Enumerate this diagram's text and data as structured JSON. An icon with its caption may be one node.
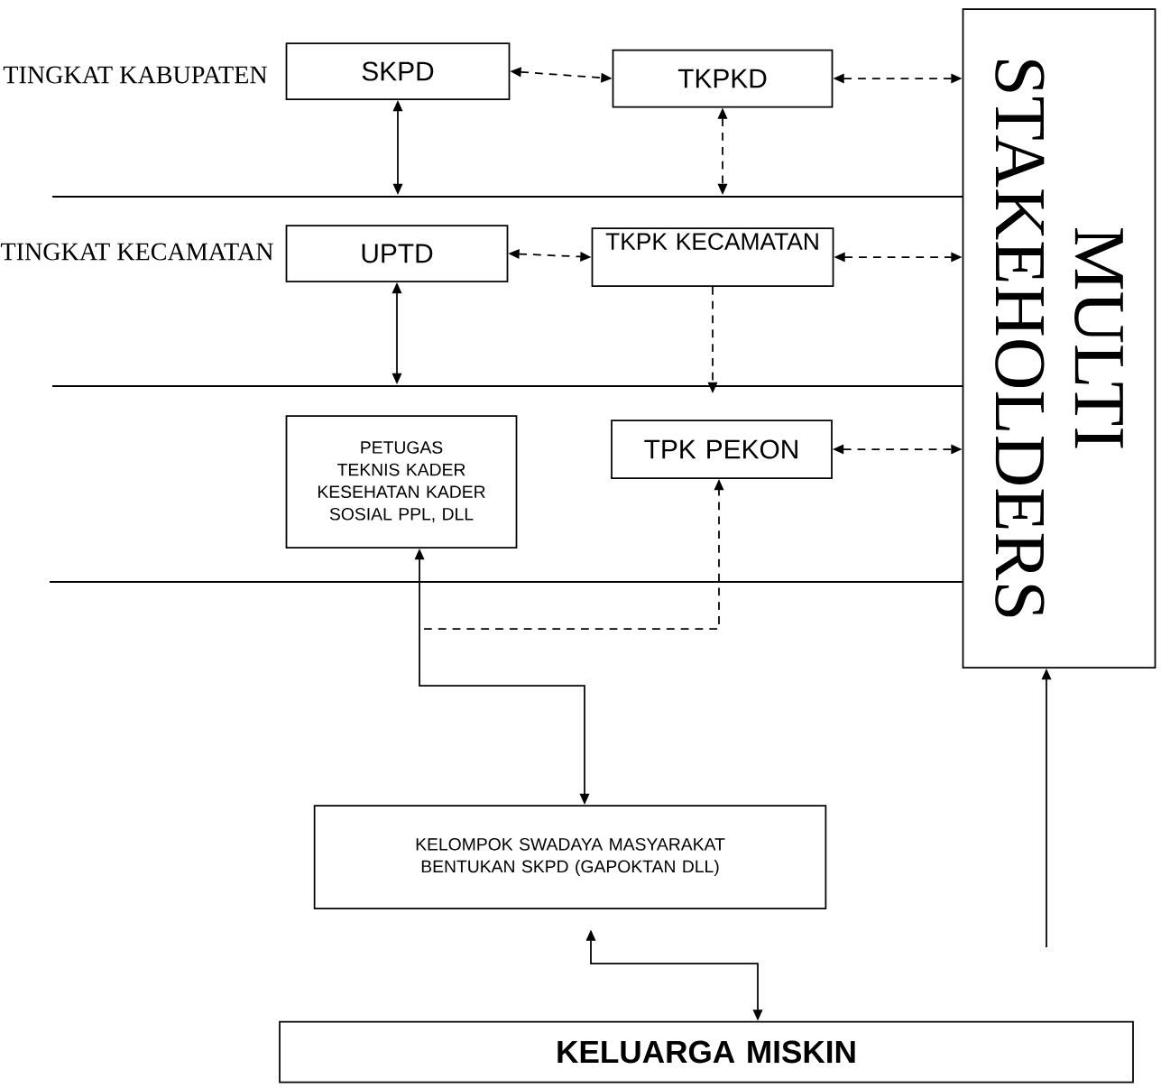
{
  "diagram": {
    "nodes": [
      {
        "text": [
          "SKPD"
        ]
      },
      {
        "text": [
          "TKPKD"
        ]
      },
      {
        "text": [
          "MULTI STAKEHOLDERS"
        ]
      },
      {
        "text": [
          "UPTD"
        ]
      },
      {
        "text": [
          "TKPK KECAMATAN"
        ]
      },
      {
        "text": [
          "PETUGAS TEKNIS KADER KESEHATAN KADER SOSIAL PPL, DLL"
        ]
      },
      {
        "text": [
          "TPK PEKON"
        ]
      },
      {
        "text": [
          "KELOMPOK SWADAYA MASYARAKAT BENTUKAN SKPD (GAPOKTAN DLL)"
        ]
      },
      {
        "text": [
          "KELUARGA MISKIN"
        ]
      }
    ],
    "edges": [
      {
        "from": 0,
        "to": 1,
        "arrow": "both",
        "style": "dashed"
      },
      {
        "from": 1,
        "to": 2,
        "arrow": "both",
        "style": "dashed"
      },
      {
        "from": 3,
        "to": 4,
        "arrow": "both",
        "style": "dashed"
      },
      {
        "from": 4,
        "to": 2,
        "arrow": "both",
        "style": "dashed"
      },
      {
        "from": 6,
        "to": 2,
        "arrow": "both",
        "style": "dashed"
      },
      {
        "from": 0,
        "to": null,
        "arrow": "both"
      },
      {
        "from": 1,
        "to": null,
        "arrow": "both",
        "style": "dashed"
      },
      {
        "from": 3,
        "to": null,
        "arrow": "both"
      },
      {
        "from": 4,
        "to": null,
        "arrow": "to",
        "style": "dashed"
      },
      {
        "from": 5,
        "to": 7,
        "arrow": "both"
      },
      {
        "from": null,
        "to": 6,
        "arrow": "to",
        "style": "dashed"
      },
      {
        "from": 7,
        "to": 8,
        "arrow": "both"
      },
      {
        "from": null,
        "to": 2,
        "arrow": "to"
      }
    ],
    "labels": [
      "TINGKAT KABUPATEN",
      "TINGKAT KECAMATAN"
    ]
  }
}
